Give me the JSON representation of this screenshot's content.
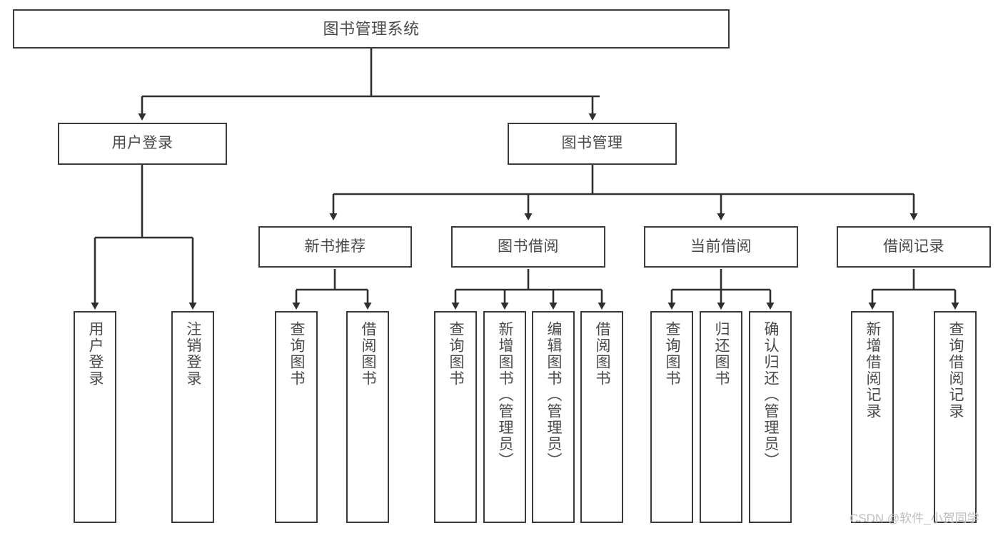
{
  "diagram": {
    "title": "图书管理系统",
    "type": "tree-hierarchy-diagram",
    "colors": {
      "box_border": "#3a3a3a",
      "box_fill": "#ffffff",
      "text": "#4a4a4a",
      "edge": "#2f2f2f",
      "watermark": "#bfbfbf"
    }
  },
  "root": {
    "label": "图书管理系统"
  },
  "level2": [
    {
      "label": "用户登录"
    },
    {
      "label": "图书管理"
    }
  ],
  "level3": [
    {
      "label": "新书推荐"
    },
    {
      "label": "图书借阅"
    },
    {
      "label": "当前借阅"
    },
    {
      "label": "借阅记录"
    }
  ],
  "leaves": {
    "user_login": [
      {
        "label": "用户登录"
      },
      {
        "label": "注销登录"
      }
    ],
    "new_book_recommend": [
      {
        "label": "查询图书"
      },
      {
        "label": "借阅图书"
      }
    ],
    "book_borrow": [
      {
        "label": "查询图书"
      },
      {
        "label": "新增图书（管理员）"
      },
      {
        "label": "编辑图书（管理员）"
      },
      {
        "label": "借阅图书"
      }
    ],
    "current_borrow": [
      {
        "label": "查询图书"
      },
      {
        "label": "归还图书"
      },
      {
        "label": "确认归还（管理员）"
      }
    ],
    "borrow_record": [
      {
        "label": "新增借阅记录"
      },
      {
        "label": "查询借阅记录"
      }
    ]
  },
  "watermark": {
    "text": "CSDN @软件_小贺同学"
  }
}
